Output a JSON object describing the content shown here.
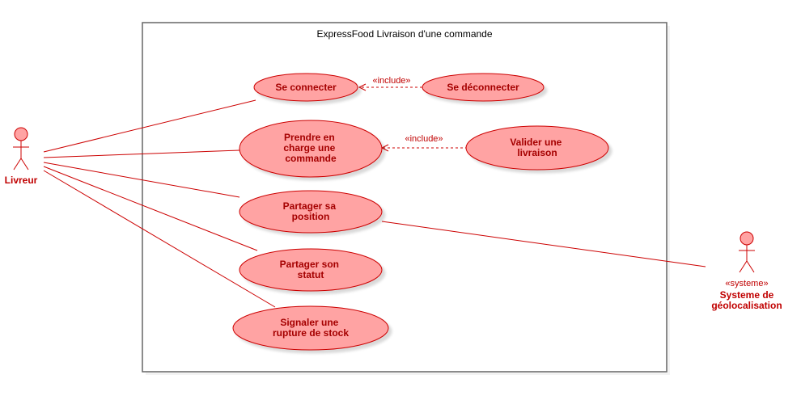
{
  "system": {
    "title": "ExpressFood Livraison d'une commande"
  },
  "actors": {
    "livreur": {
      "name": "Livreur"
    },
    "geoloc": {
      "stereotype": "«systeme»",
      "name_line1": "Systeme de",
      "name_line2": "géolocalisation"
    }
  },
  "use_cases": {
    "se_connecter": [
      "Se connecter"
    ],
    "se_deconnecter": [
      "Se déconnecter"
    ],
    "prendre_en_charge": [
      "Prendre en",
      "charge une",
      "commande"
    ],
    "valider_livraison": [
      "Valider une",
      "livraison"
    ],
    "partager_position": [
      "Partager sa",
      "position"
    ],
    "partager_statut": [
      "Partager son",
      "statut"
    ],
    "signaler_rupture": [
      "Signaler une",
      "rupture de stock"
    ]
  },
  "relations": {
    "include_1": "«include»",
    "include_2": "«include»"
  },
  "colors": {
    "fill": "#ffa3a3",
    "stroke": "#cc0000",
    "text": "#a50000",
    "frame": "#666666"
  }
}
